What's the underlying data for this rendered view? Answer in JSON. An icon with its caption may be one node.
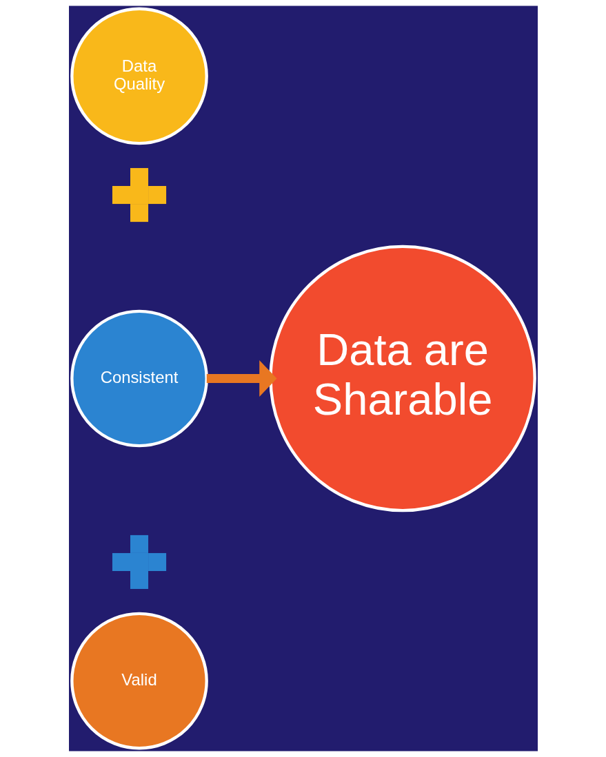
{
  "diagram": {
    "nodes": [
      {
        "text": [
          "Data Quality"
        ]
      },
      {
        "text": [],
        "shape": "plus"
      },
      {
        "text": [
          "Consistent"
        ]
      },
      {
        "text": [],
        "shape": "plus"
      },
      {
        "text": [
          "Valid"
        ]
      },
      {
        "text": [
          "Data are Sharable"
        ]
      }
    ],
    "edges": [
      {
        "from": 2,
        "to": 5,
        "arrow": "to",
        "color": "#e87722"
      }
    ]
  }
}
